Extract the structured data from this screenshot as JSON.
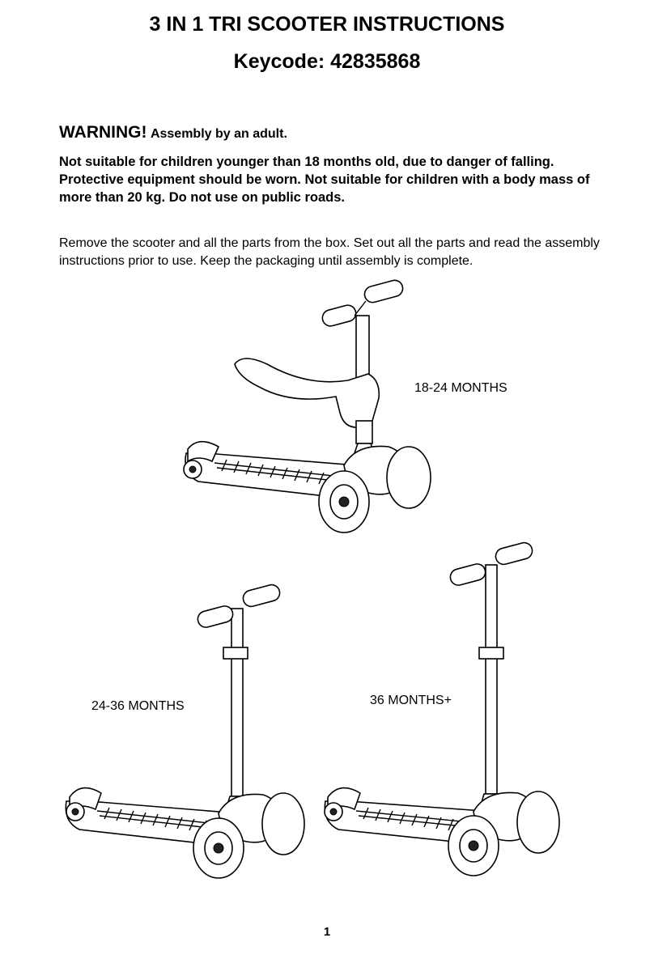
{
  "header": {
    "title": "3 IN 1 TRI SCOOTER INSTRUCTIONS",
    "keycode": "Keycode: 42835868"
  },
  "warning": {
    "label": "WARNING!",
    "text": "Assembly by an adult.",
    "details": "Not suitable for children younger than 18 months old, due to danger of falling. Protective equipment should be worn. Not suitable for children with a body mass of more than 20 kg. Do not use on public roads."
  },
  "instructions": "Remove the scooter and all the parts from the box. Set out all the parts and read the assembly instructions prior to use. Keep the packaging until assembly is complete.",
  "configurations": [
    {
      "label": "18-24 MONTHS"
    },
    {
      "label": "24-36 MONTHS"
    },
    {
      "label": "36 MONTHS+"
    }
  ],
  "page_number": "1"
}
